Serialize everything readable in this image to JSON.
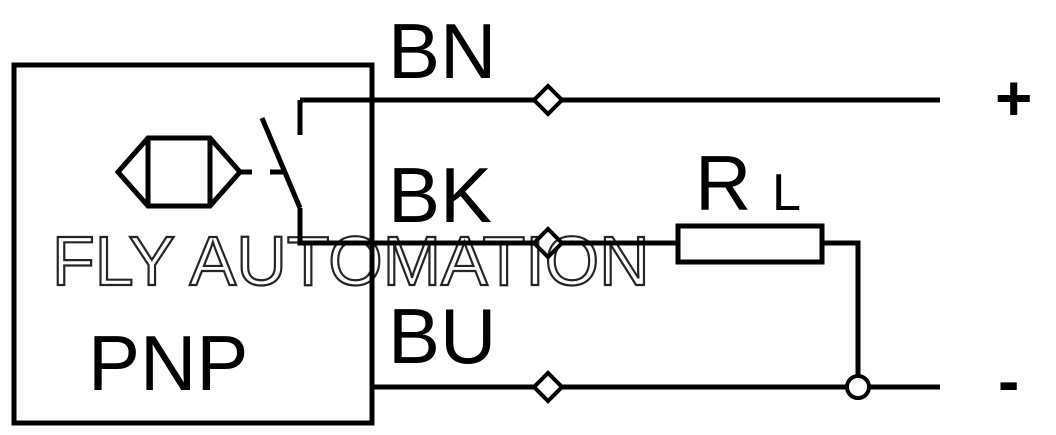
{
  "labels": {
    "brown": "BN",
    "black": "BK",
    "blue": "BU",
    "output_type": "PNP",
    "load_r": "R",
    "load_sub": "L",
    "plus": "+",
    "minus": "-"
  },
  "watermark": "FLY AUTOMATION",
  "colors": {
    "line": "#000000",
    "background": "#ffffff"
  }
}
